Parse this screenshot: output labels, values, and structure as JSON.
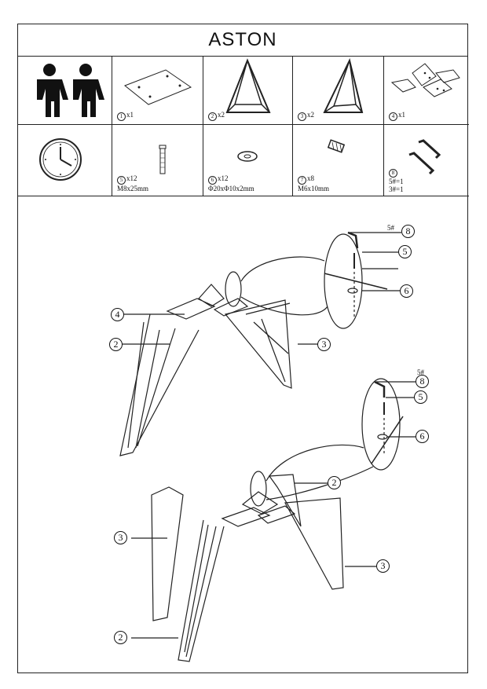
{
  "title": "ASTON",
  "parts_row1": [
    {
      "num": "1",
      "qty": "x1"
    },
    {
      "num": "2",
      "qty": "x2"
    },
    {
      "num": "3",
      "qty": "x2"
    },
    {
      "num": "4",
      "qty": "x1"
    }
  ],
  "parts_row2": [
    {
      "num": "5",
      "qty": "x12",
      "spec": "M8x25mm"
    },
    {
      "num": "6",
      "qty": "x12",
      "spec": "Φ20xΦ10x2mm"
    },
    {
      "num": "7",
      "qty": "x8",
      "spec": "M6x10mm"
    },
    {
      "num": "8",
      "spec1": "5#=1",
      "spec2": "3#=1"
    }
  ],
  "assembly": {
    "top": {
      "c4": "4",
      "c2": "2",
      "c3": "3",
      "tag": "5#",
      "c8": "8",
      "c5": "5",
      "c6": "6"
    },
    "bottom": {
      "tag": "5#",
      "c8": "8",
      "c5": "5",
      "c6": "6",
      "c2a": "2",
      "c3a": "3",
      "c3b": "3",
      "c2b": "2"
    }
  }
}
